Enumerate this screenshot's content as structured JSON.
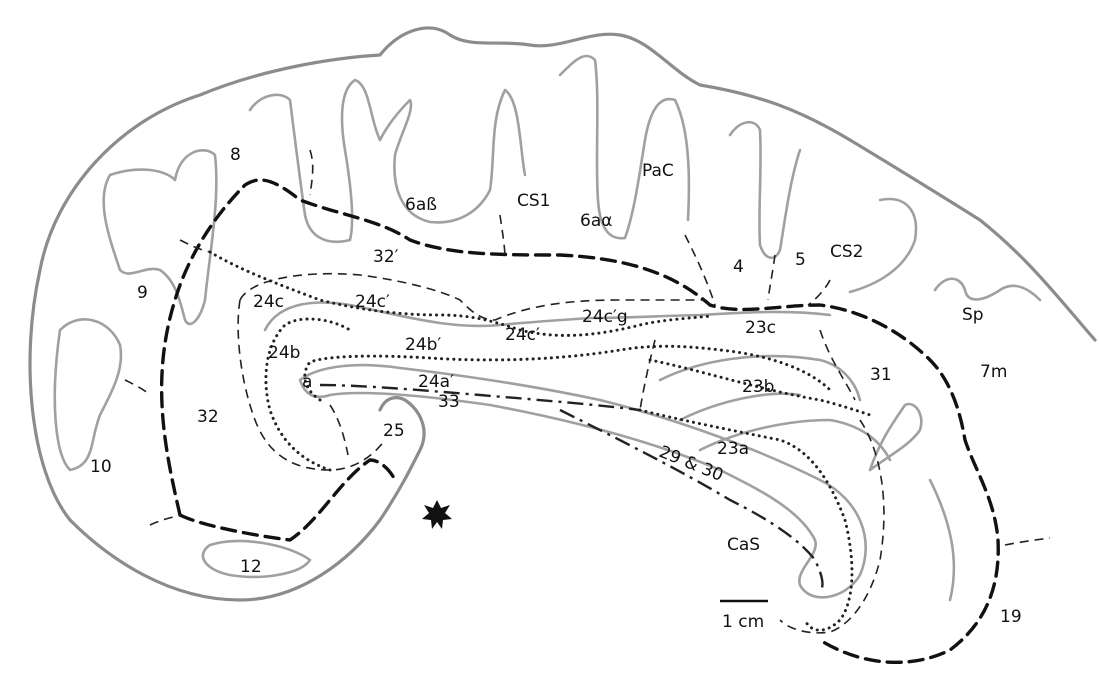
{
  "labels": {
    "l8": "8",
    "l6ab": "6aß",
    "cs1": "CS1",
    "pac": "PaC",
    "l6aa": "6aα",
    "l9": "9",
    "l32p": "32′",
    "l4": "4",
    "l5": "5",
    "cs2": "CS2",
    "l24c": "24c",
    "l24cp": "24c′",
    "l24cp_small": "24c′",
    "l24cpg": "24c′g",
    "l23c": "23c",
    "sp": "Sp",
    "l24b": "24b",
    "l24bp": "24b′",
    "l31": "31",
    "l7m": "7m",
    "la": "a",
    "l24ap": "24a′",
    "l33": "33",
    "l23b": "23b",
    "l32": "32",
    "l25": "25",
    "l23a": "23a",
    "l10": "10",
    "l2930": "29 & 30",
    "l12": "12",
    "cas": "CaS",
    "scale": "1 cm",
    "l19": "19"
  },
  "colors": {
    "outline": "#8c8c8c",
    "boundary": "#111111"
  },
  "icons": {
    "star": "asterisk-star-icon"
  }
}
